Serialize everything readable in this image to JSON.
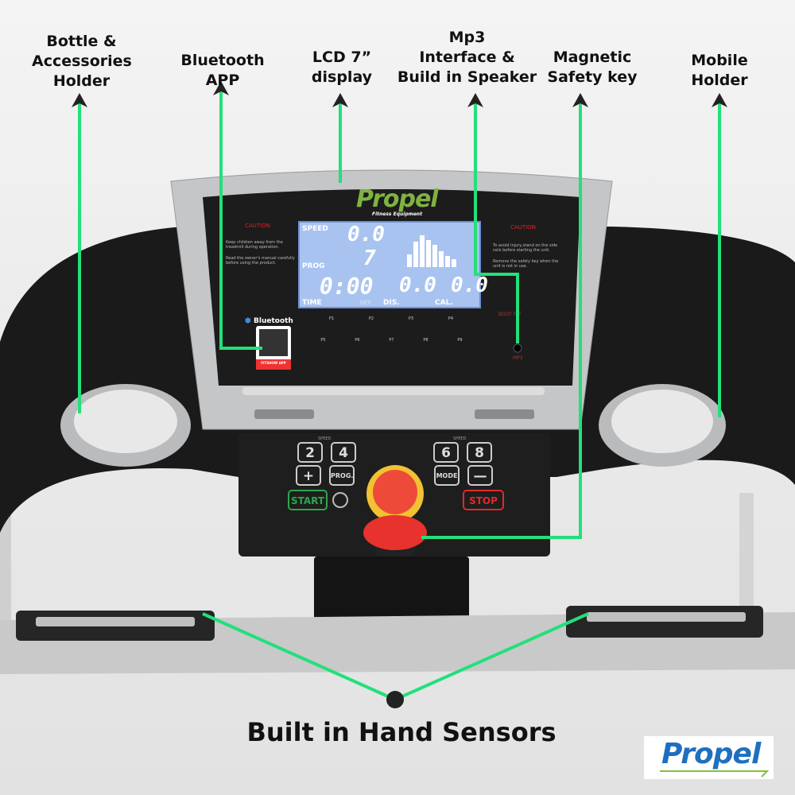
{
  "callouts": {
    "bottle": [
      "Bottle &",
      "Accessories",
      "Holder"
    ],
    "bluetooth": [
      "Bluetooth",
      "APP"
    ],
    "lcd": [
      "LCD 7”",
      "display"
    ],
    "mp3": [
      "Mp3",
      "Interface &",
      "Build in Speaker"
    ],
    "safety_key": [
      "Magnetic",
      "Safety key"
    ],
    "mobile": [
      "Mobile",
      "Holder"
    ],
    "hand_sensors": "Built in Hand Sensors"
  },
  "console": {
    "brand": "Propel",
    "brand_sub": "Fitness Equipment",
    "caution_left": "CAUTION",
    "caution_left_text": [
      "Keep children away from the treadmill during operation.",
      "Read the owner's manual carefully before using the product."
    ],
    "caution_right": "CAUTION",
    "caution_right_text": [
      "To avoid injury,stand on the side rails before starting the unit.",
      "Remove the safety key when the unit is not in use."
    ],
    "bluetooth_label": "Bluetooth",
    "app_label": "FITSHOW APP",
    "body_fat": "BODY FAT",
    "mp3": "MP3",
    "programs": [
      "P1",
      "P2",
      "P3",
      "P4",
      "P5",
      "P6",
      "P7",
      "P8",
      "P9"
    ]
  },
  "lcd": {
    "speed_label": "SPEED",
    "speed": "0.0",
    "prog_label": "PROG",
    "prog": "7",
    "time_label": "TIME",
    "time": "0:00",
    "dis_label": "DIS.",
    "dis": "0.0",
    "cal_label": "CAL.",
    "cal": "0.0",
    "set_label": "SET"
  },
  "keypad": {
    "speed_label": "SPEED",
    "k2": "2",
    "k4": "4",
    "k6": "6",
    "k8": "8",
    "plus": "+",
    "minus": "—",
    "prog": "PROG.",
    "mode": "MODE",
    "start": "START",
    "stop": "STOP"
  },
  "footer_logo": "Propel",
  "colors": {
    "callout_line": "#22e07a",
    "start": "#2aa84a",
    "stop": "#e02a2a",
    "key_red": "#e8322e"
  }
}
